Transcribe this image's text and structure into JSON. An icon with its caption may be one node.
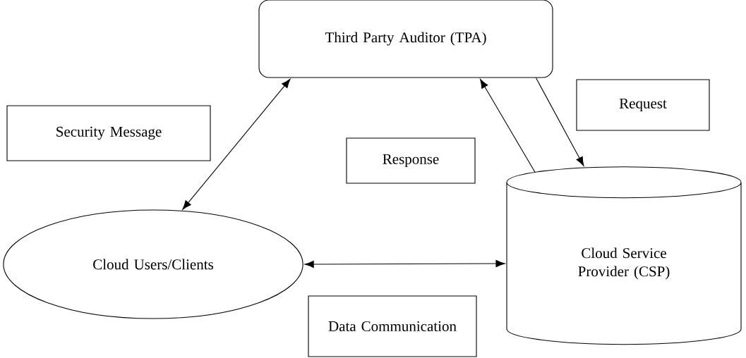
{
  "diagram": {
    "nodes": [
      {
        "text": [
          "Third Party Auditor (TPA)"
        ]
      },
      {
        "text": [
          "Security Message"
        ]
      },
      {
        "text": [
          "Request"
        ]
      },
      {
        "text": [
          "Response"
        ]
      },
      {
        "text": [
          "Cloud Users/Clients"
        ]
      },
      {
        "text": [
          "Cloud Service Provider (CSP)"
        ]
      },
      {
        "text": [
          "Data Communication"
        ]
      }
    ],
    "edges": [
      {
        "from": 4,
        "to": 0,
        "arrow": "both"
      },
      {
        "from": 5,
        "to": 0,
        "arrow": "to"
      },
      {
        "from": 0,
        "to": 5,
        "arrow": "to"
      },
      {
        "from": 4,
        "to": 5,
        "arrow": "both"
      }
    ]
  }
}
